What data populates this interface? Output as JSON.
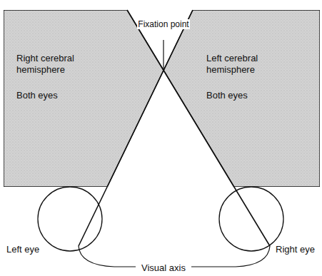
{
  "diagram": {
    "nodes": [
      {
        "text": [
          "Right cerebral hemisphere",
          "Both eyes"
        ]
      },
      {
        "text": [
          "Left cerebral hemisphere",
          "Both eyes"
        ]
      }
    ],
    "labels": [
      "Fixation point",
      "Left eye",
      "Right eye",
      "Visual axis"
    ]
  }
}
